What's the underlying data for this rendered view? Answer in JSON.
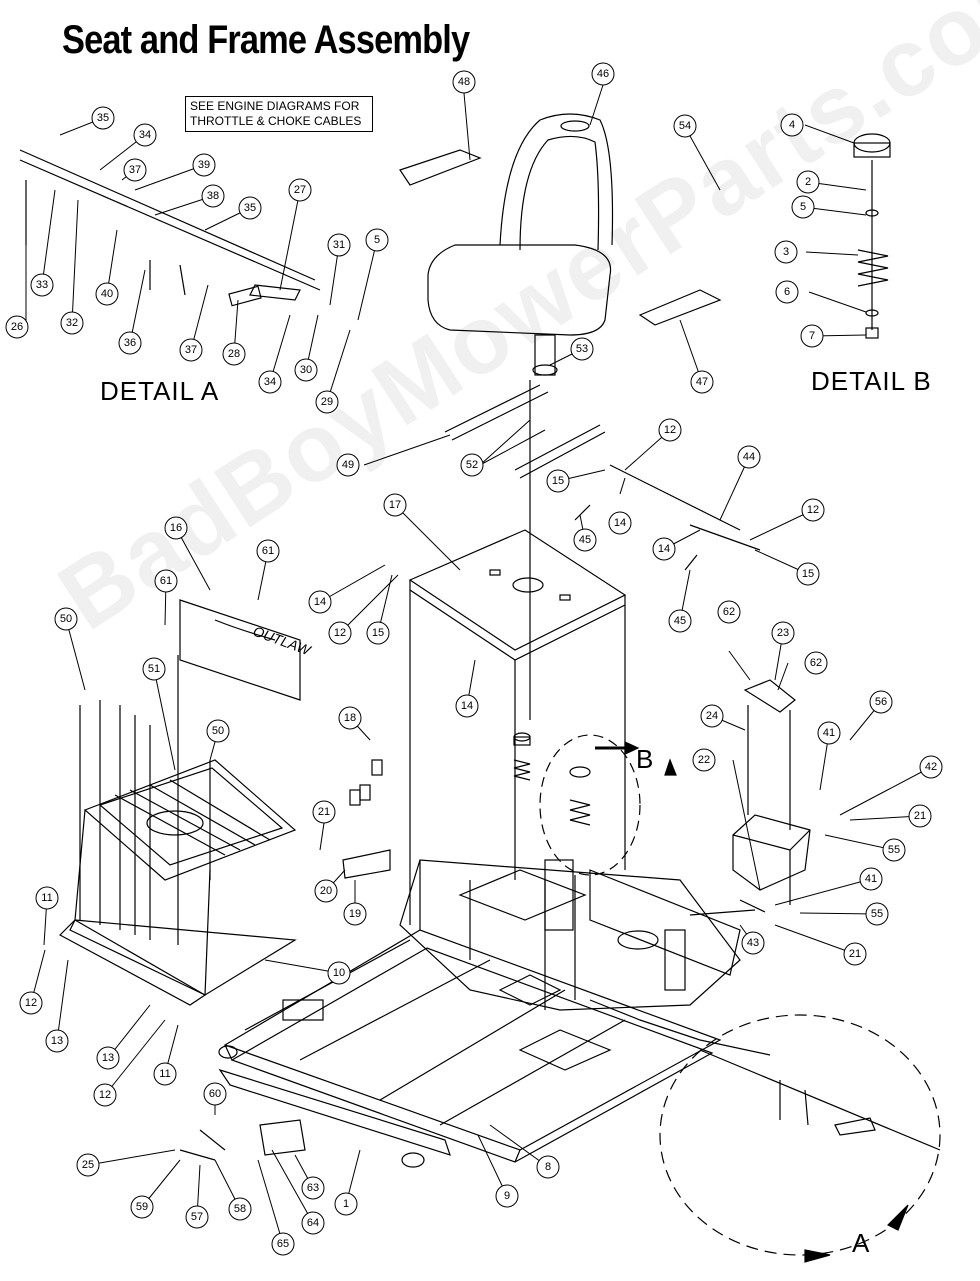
{
  "title": "Seat and Frame Assembly",
  "note": {
    "line1": "SEE ENGINE DIAGRAMS FOR",
    "line2": "THROTTLE & CHOKE CABLES"
  },
  "detail_a_label": "DETAIL  A",
  "detail_b_label": "DETAIL  B",
  "callout_a": "A",
  "callout_b": "B",
  "watermark": "BadBoyMowerParts.com",
  "seat_logo_text": "OUTLAW",
  "part_numbers": {
    "p1": "1",
    "p2": "2",
    "p3": "3",
    "p4": "4",
    "p5": "5",
    "p5b": "5",
    "p6": "6",
    "p7": "7",
    "p8": "8",
    "p9": "9",
    "p10": "10",
    "p11a": "11",
    "p11b": "11",
    "p12a": "12",
    "p12b": "12",
    "p12c": "12",
    "p12d": "12",
    "p12e": "12",
    "p13a": "13",
    "p13b": "13",
    "p14a": "14",
    "p14b": "14",
    "p14c": "14",
    "p14d": "14",
    "p15a": "15",
    "p15b": "15",
    "p15c": "15",
    "p16": "16",
    "p17": "17",
    "p18": "18",
    "p19": "19",
    "p20": "20",
    "p21a": "21",
    "p21b": "21",
    "p21c": "21",
    "p22": "22",
    "p23": "23",
    "p24": "24",
    "p25": "25",
    "p26": "26",
    "p27": "27",
    "p28": "28",
    "p29": "29",
    "p30": "30",
    "p31": "31",
    "p32": "32",
    "p33": "33",
    "p34a": "34",
    "p34b": "34",
    "p35a": "35",
    "p35b": "35",
    "p36": "36",
    "p37a": "37",
    "p37b": "37",
    "p38": "38",
    "p39": "39",
    "p40": "40",
    "p41a": "41",
    "p41b": "41",
    "p42": "42",
    "p43": "43",
    "p44": "44",
    "p45a": "45",
    "p45b": "45",
    "p46": "46",
    "p47": "47",
    "p48": "48",
    "p49": "49",
    "p50a": "50",
    "p50b": "50",
    "p51": "51",
    "p52": "52",
    "p53": "53",
    "p54": "54",
    "p55a": "55",
    "p55b": "55",
    "p56": "56",
    "p57": "57",
    "p58": "58",
    "p59": "59",
    "p60": "60",
    "p61a": "61",
    "p61b": "61",
    "p62a": "62",
    "p62b": "62",
    "p63": "63",
    "p64": "64",
    "p65": "65"
  }
}
